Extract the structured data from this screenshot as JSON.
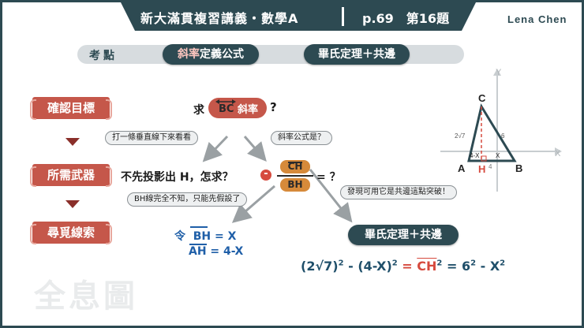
{
  "header": {
    "title": "新大滿貫複習講義・數學A",
    "page": "p.69　第16題",
    "author": "Lena  Chen"
  },
  "keypoints": {
    "label": "考點",
    "topic1_prefix": "斜率",
    "topic1_suffix": "定義公式",
    "topic2": "畢氏定理＋共邊"
  },
  "steps": {
    "goal": "確認目標",
    "weapon": "所需武器",
    "clue": "尋覓線索"
  },
  "main": {
    "seek": "求",
    "bc": "BC",
    "slope": "斜率",
    "qmark": "?",
    "hint_perp": "打一條垂直線下來看看",
    "hint_slope_formula": "斜率公式是？",
    "no_proj": "不先投影出 H，怎求？",
    "minus": "-",
    "frac_num": "CH",
    "frac_den": "BH",
    "eq_q": "= ？",
    "hint_bh": "BH線完全不知，只能先假設了",
    "hint_common": "發現可用它是共邊這點突破！",
    "let_word": "令",
    "bh": "BH",
    "bh_val": " = X",
    "ah": "AH",
    "ah_val": " = 4-X",
    "pyth_pill": "畢氏定理＋共邊",
    "eq_part1": "(2√7)",
    "eq_p1exp": "2",
    "eq_part2": "- (4-X)",
    "eq_p2exp": "2",
    "eq_part3": "=",
    "eq_ch": "CH",
    "eq_chexp": "2",
    "eq_part4": "= 6",
    "eq_p4exp": "2",
    "eq_part5": "- X",
    "eq_p5exp": "2"
  },
  "figure": {
    "y_axis": "Y",
    "x_axis": "X",
    "c": "C",
    "a": "A",
    "h": "H",
    "b": "B",
    "side_ac": "2√7",
    "side_bc": "6",
    "seg_ah": "4-X",
    "seg_hb": "X",
    "base": "4"
  },
  "watermark": "全息圖",
  "colors": {
    "navy": "#2d4a52",
    "brick": "#c5574a",
    "accent_red": "#d64a3e",
    "orange": "#d68a3a",
    "blue": "#1f5fa8"
  }
}
